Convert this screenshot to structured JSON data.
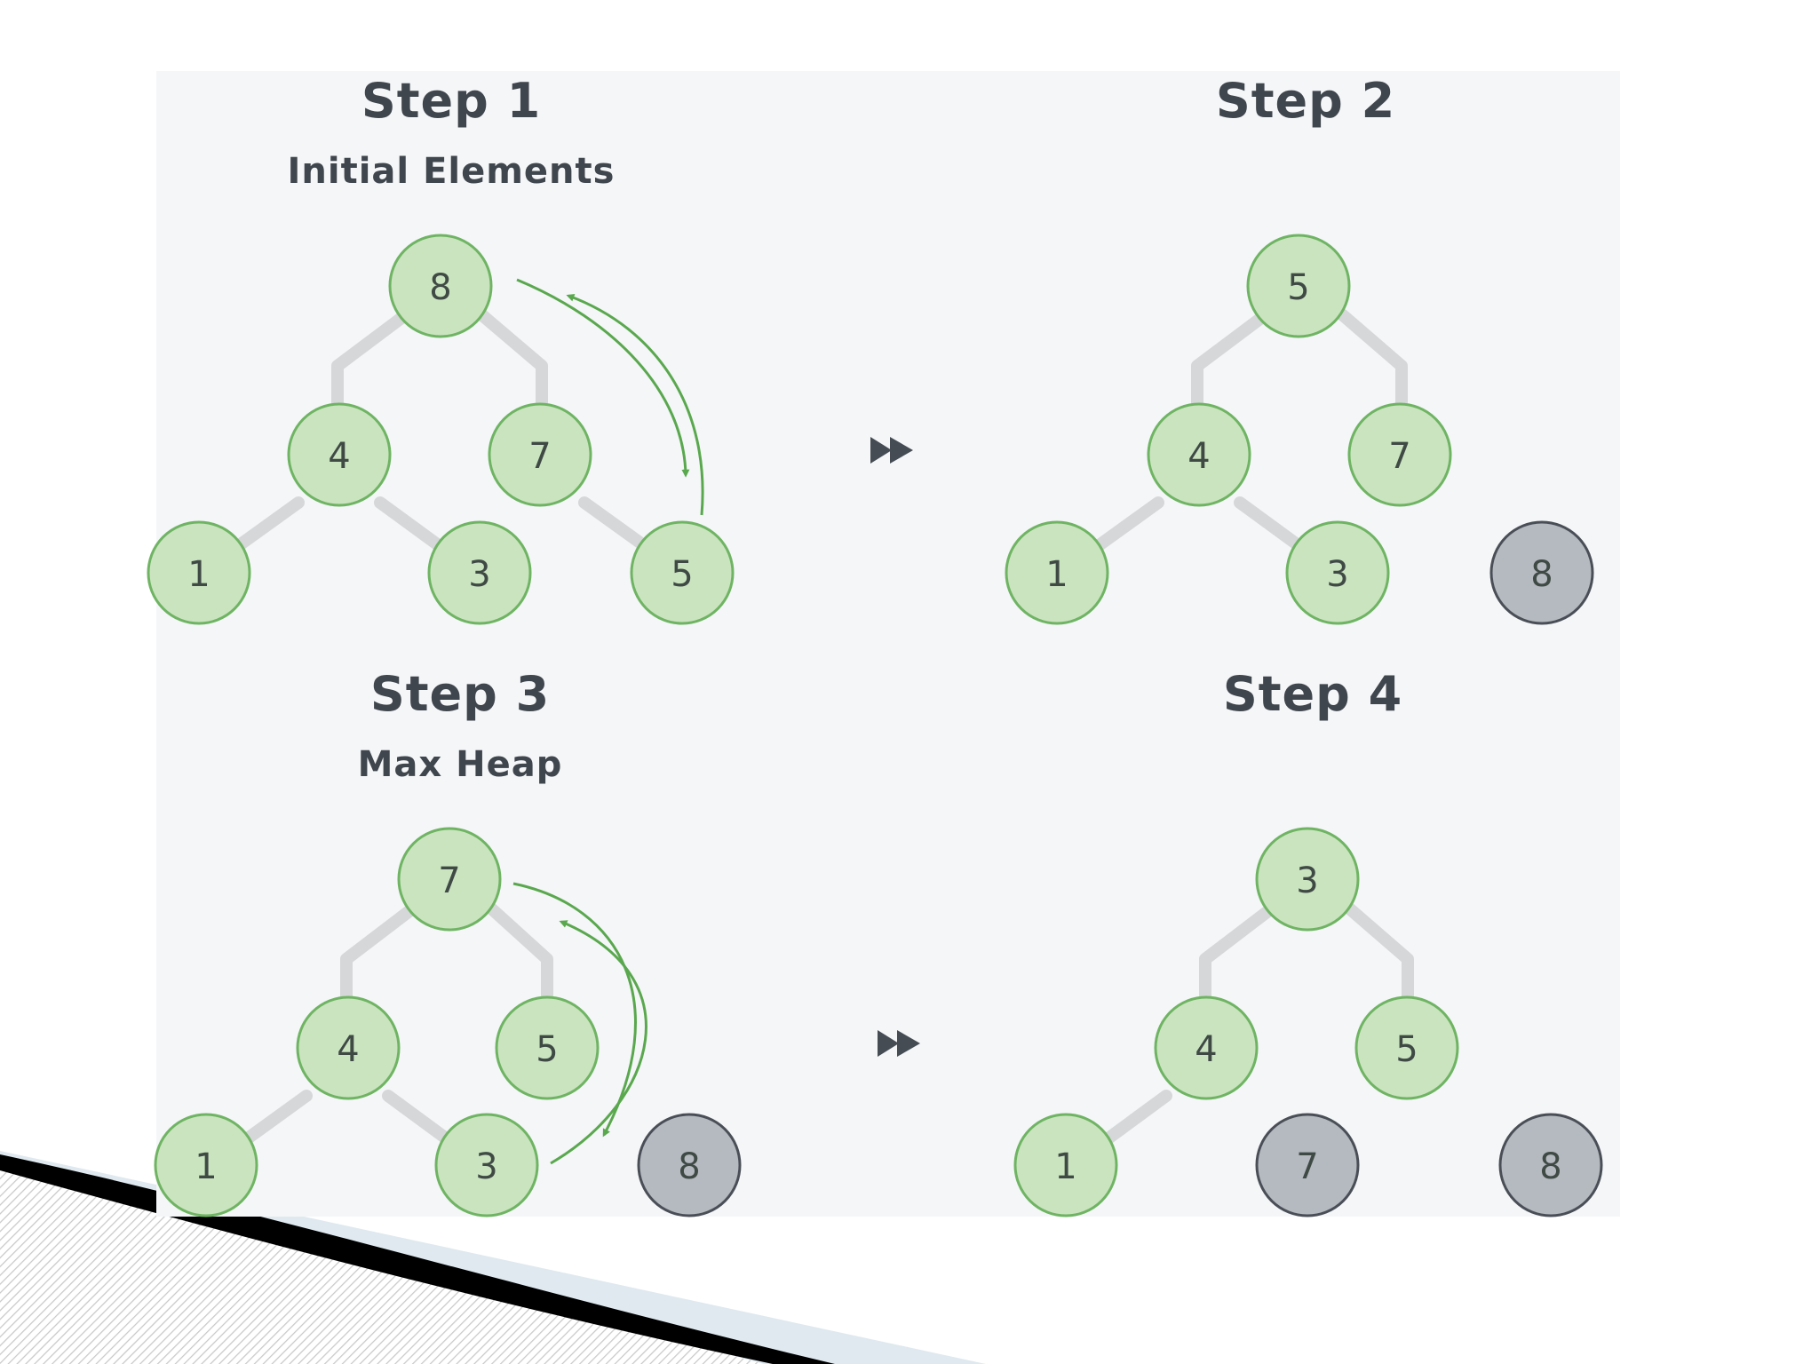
{
  "colors": {
    "panel_bg": "#f4f6f8",
    "node_green_fill": "#cbe4c0",
    "node_green_stroke": "#6fb463",
    "node_gray_fill": "#b5b9c0",
    "node_gray_stroke": "#4a4f57",
    "edge": "#d5d7d9",
    "swap_arrow": "#5aa84e",
    "step_arrow": "#454c54"
  },
  "steps": [
    {
      "title": "Step 1",
      "subtitle": "Initial Elements",
      "nodes": [
        {
          "id": "root",
          "value": "8",
          "state": "active"
        },
        {
          "id": "left",
          "value": "4",
          "state": "active"
        },
        {
          "id": "right",
          "value": "7",
          "state": "active"
        },
        {
          "id": "left-left",
          "value": "1",
          "state": "active"
        },
        {
          "id": "left-right",
          "value": "3",
          "state": "active"
        },
        {
          "id": "right-left",
          "value": "5",
          "state": "active"
        }
      ],
      "swap": [
        "8",
        "5"
      ]
    },
    {
      "title": "Step 2",
      "subtitle": "",
      "nodes": [
        {
          "id": "root",
          "value": "5",
          "state": "active"
        },
        {
          "id": "left",
          "value": "4",
          "state": "active"
        },
        {
          "id": "right",
          "value": "7",
          "state": "active"
        },
        {
          "id": "left-left",
          "value": "1",
          "state": "active"
        },
        {
          "id": "left-right",
          "value": "3",
          "state": "active"
        },
        {
          "id": "sorted-1",
          "value": "8",
          "state": "sorted"
        }
      ]
    },
    {
      "title": "Step 3",
      "subtitle": "Max Heap",
      "nodes": [
        {
          "id": "root",
          "value": "7",
          "state": "active"
        },
        {
          "id": "left",
          "value": "4",
          "state": "active"
        },
        {
          "id": "right",
          "value": "5",
          "state": "active"
        },
        {
          "id": "left-left",
          "value": "1",
          "state": "active"
        },
        {
          "id": "left-right",
          "value": "3",
          "state": "active"
        },
        {
          "id": "sorted-1",
          "value": "8",
          "state": "sorted"
        }
      ],
      "swap": [
        "7",
        "3"
      ]
    },
    {
      "title": "Step 4",
      "subtitle": "",
      "nodes": [
        {
          "id": "root",
          "value": "3",
          "state": "active"
        },
        {
          "id": "left",
          "value": "4",
          "state": "active"
        },
        {
          "id": "right",
          "value": "5",
          "state": "active"
        },
        {
          "id": "left-left",
          "value": "1",
          "state": "active"
        },
        {
          "id": "sorted-2",
          "value": "7",
          "state": "sorted"
        },
        {
          "id": "sorted-1",
          "value": "8",
          "state": "sorted"
        }
      ]
    }
  ]
}
